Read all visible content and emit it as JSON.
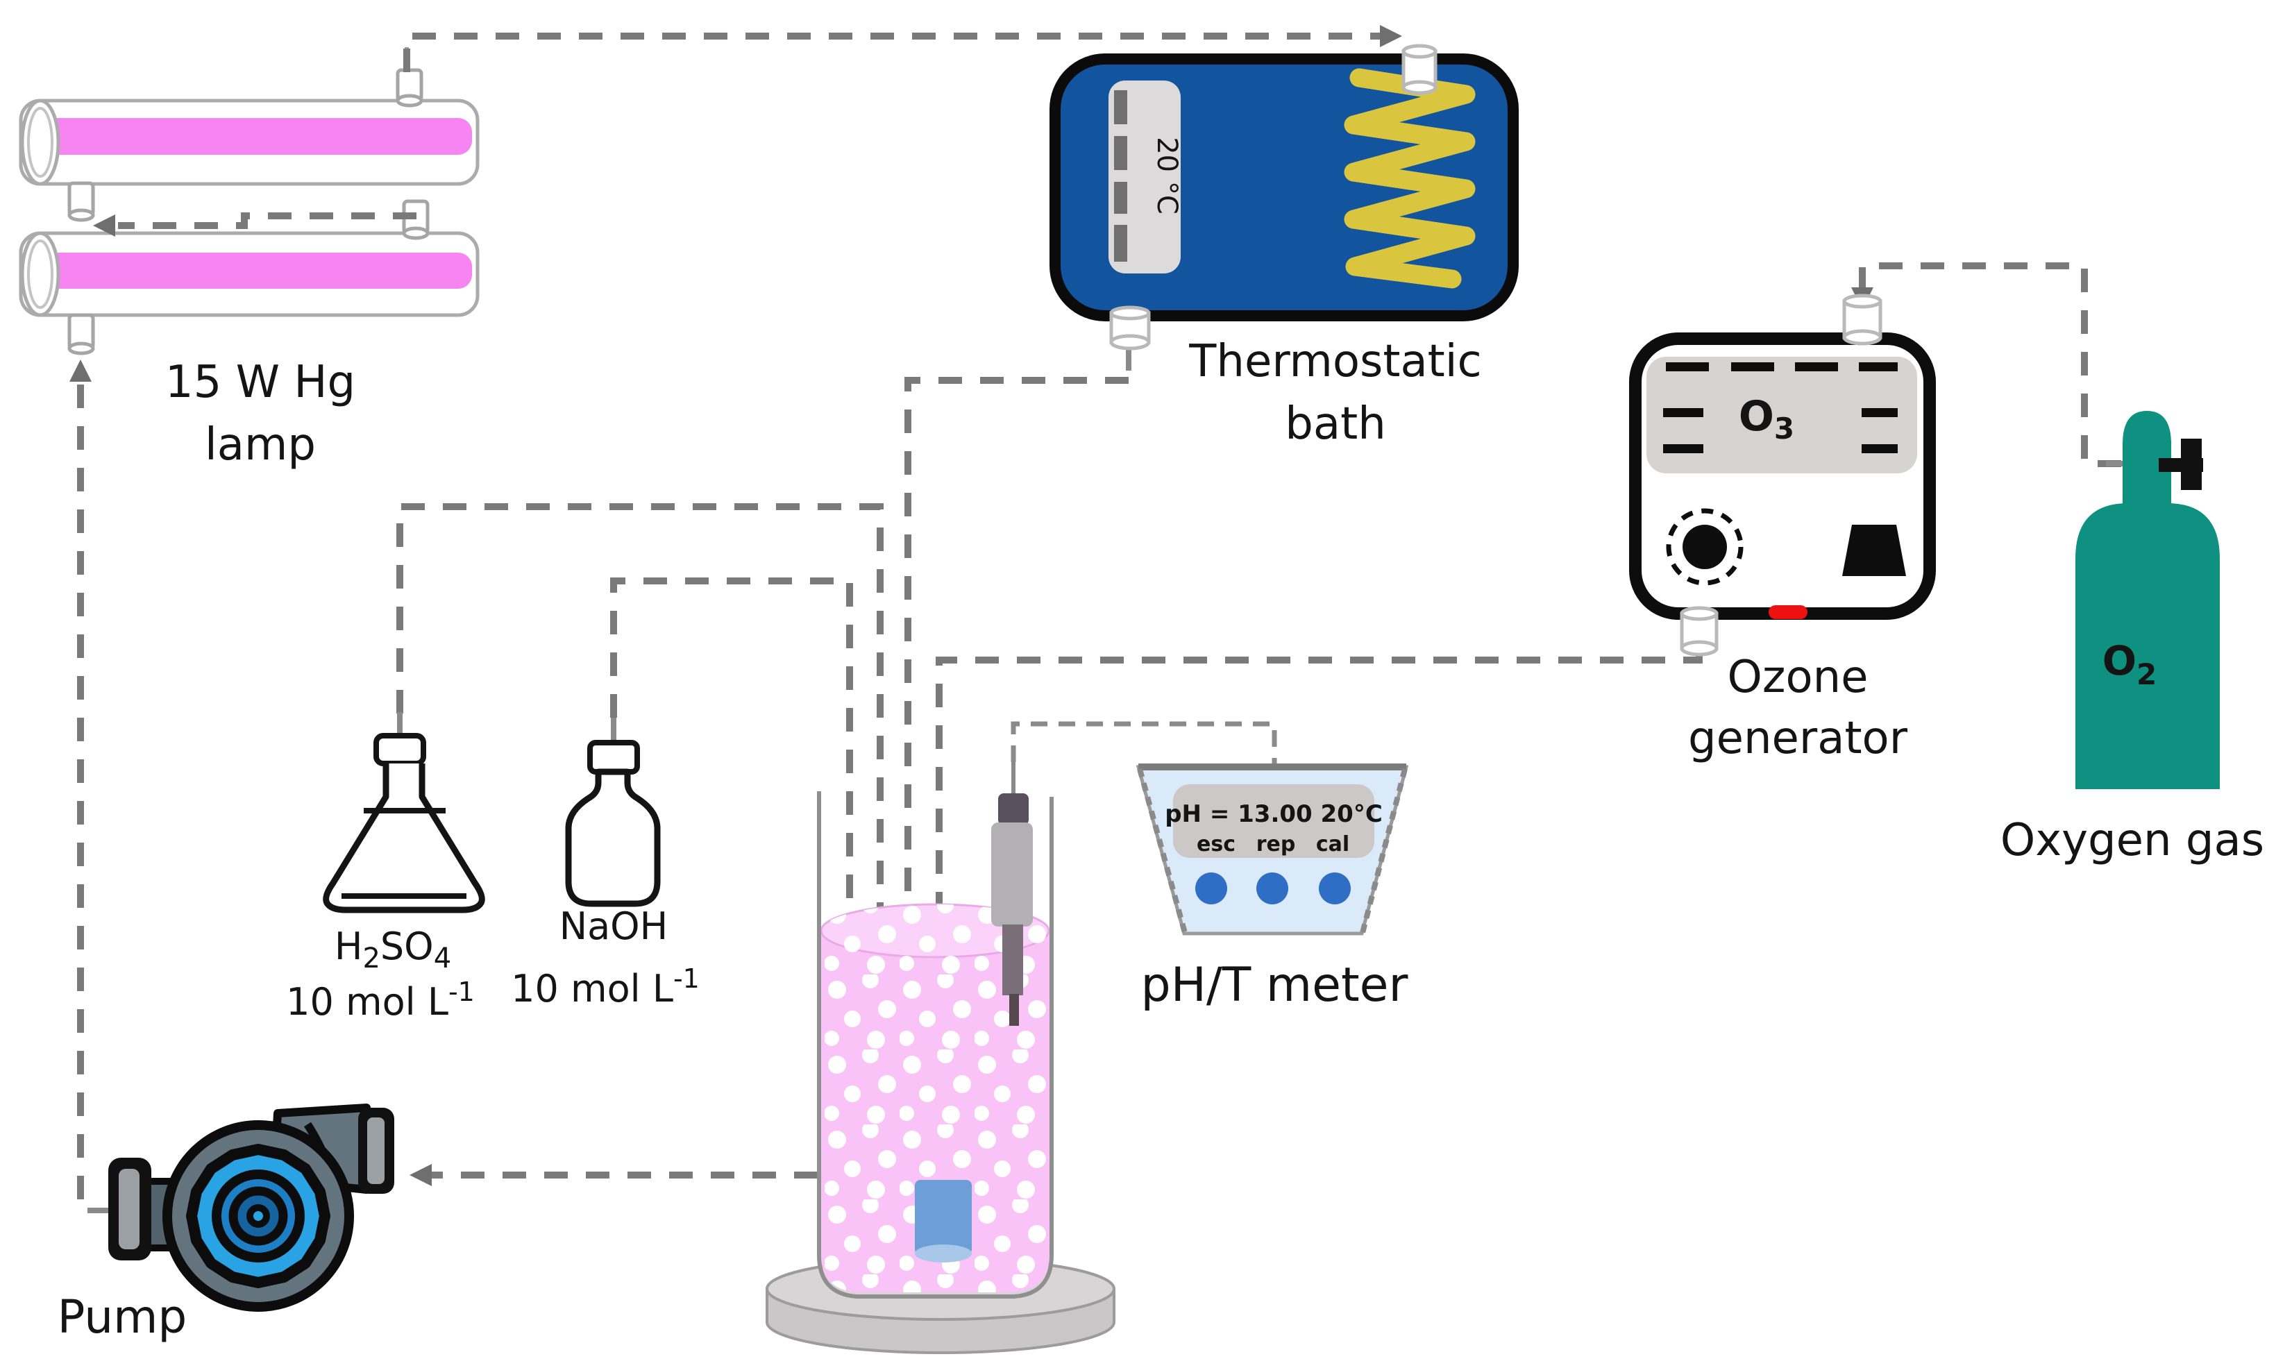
{
  "equipment": {
    "hg_lamp": {
      "label_line1": "15 W Hg",
      "label_line2": "lamp"
    },
    "thermostatic_bath": {
      "label_line1": "Thermostatic",
      "label_line2": "bath",
      "display_temp": "20 °C"
    },
    "ozone_generator": {
      "label_line1": "Ozone",
      "label_line2": "generator",
      "panel_symbol": "O",
      "panel_symbol_sub": "3"
    },
    "oxygen_cylinder": {
      "label": "Oxygen gas",
      "body_symbol": "O",
      "body_symbol_sub": "2"
    },
    "h2so4_flask": {
      "formula_h": "H",
      "formula_h_sub": "2",
      "formula_so": "SO",
      "formula_so_sub": "4",
      "concentration": "10 mol L",
      "concentration_sup": "-1"
    },
    "naoh_bottle": {
      "name": "NaOH",
      "concentration": "10 mol L",
      "concentration_sup": "-1"
    },
    "ph_meter": {
      "label": "pH/T meter",
      "display_reading": "pH = 13.00 20°C",
      "button_esc": "esc",
      "button_rep": "rep",
      "button_cal": "cal"
    },
    "pump": {
      "label": "Pump"
    }
  },
  "colors": {
    "bath_blue": "#12549e",
    "coil_yellow": "#d9c63e",
    "lamp_pink": "#f685f2",
    "liquid_pink": "#fac3f8",
    "liquid_surface_pink": "#fbd2f9",
    "cylinder_teal": "#0e9180",
    "meter_body_blue": "#daeaf8",
    "meter_button_blue": "#2e6ec4",
    "pump_gear_blue": "#2aa3e4",
    "indicator_red": "#ee1111"
  }
}
